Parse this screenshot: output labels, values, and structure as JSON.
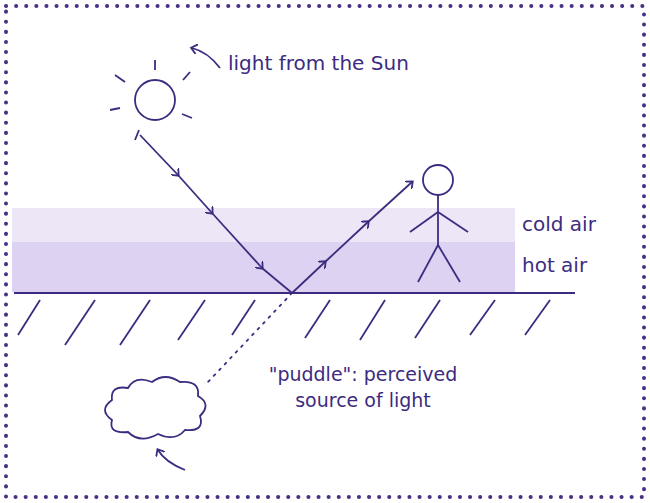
{
  "diagram": {
    "labels": [
      "light from the Sun",
      "cold air",
      "hot air",
      "\"puddle\": perceived source of light"
    ]
  }
}
